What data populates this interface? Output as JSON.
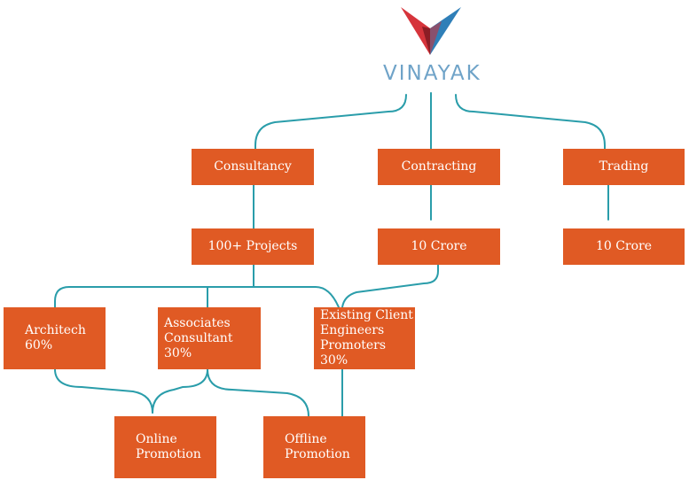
{
  "brand": {
    "name": "VINAYAK",
    "text_color": "#6FA3C8",
    "mark_colors": [
      "#D6343B",
      "#2F7FB8",
      "#8C1D25"
    ]
  },
  "colors": {
    "node_fill": "#E05A24",
    "connector": "#2A9DAA"
  },
  "diagram": {
    "nodes": {
      "consultancy": "Consultancy",
      "contracting": "Contracting",
      "trading": "Trading",
      "projects": "100+ Projects",
      "contracting_value": "10 Crore",
      "trading_value": "10 Crore",
      "architech": "Architech\n60%",
      "associates": "Associates\nConsultant 30%",
      "existing": "Existing Client\nEngineers\nPromoters 30%",
      "online": "Online\nPromotion",
      "offline": "Offline\nPromotion"
    }
  }
}
